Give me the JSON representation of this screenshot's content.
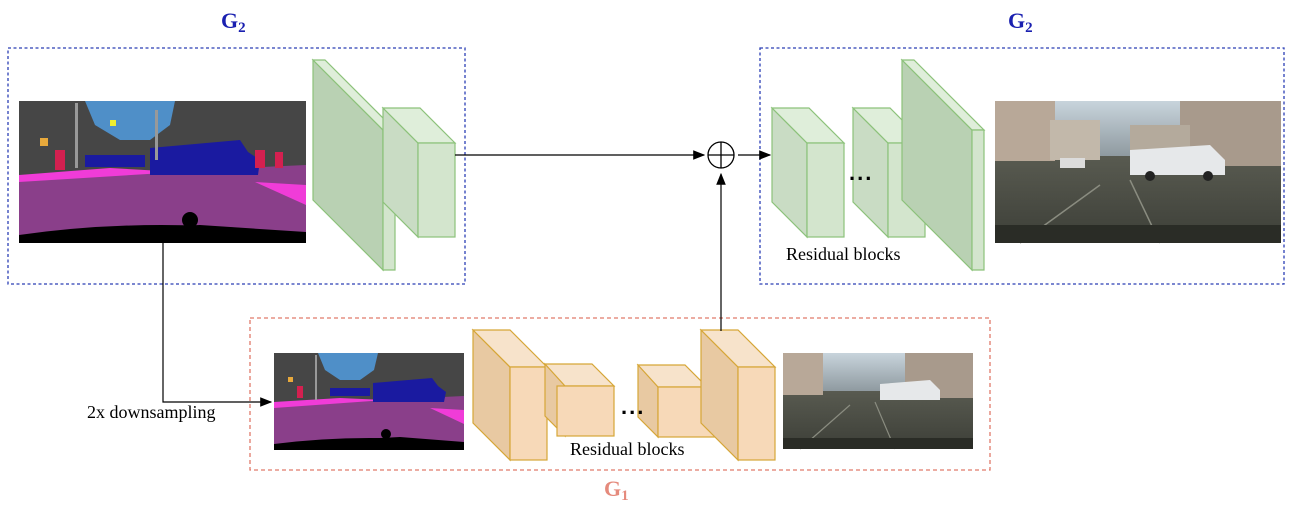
{
  "labels": {
    "g2_left": "G",
    "g2_left_sub": "2",
    "g2_right": "G",
    "g2_right_sub": "2",
    "g1": "G",
    "g1_sub": "1",
    "downsampling": "2x downsampling",
    "residual_top": "Residual blocks",
    "residual_bottom": "Residual blocks",
    "dots_top": "...",
    "dots_bottom": "..."
  },
  "colors": {
    "g2_box": "#2b3fb5",
    "g1_box": "#e07a6a",
    "g2_label": "#1a20b0",
    "g1_label": "#e58a7c",
    "green_block_fill": "#c9dcc4",
    "green_block_edge": "#8cc27a",
    "orange_block_fill": "#f7d9b8",
    "orange_block_edge": "#d6a637"
  },
  "images": {
    "semantic_map_large": "semantic-label-map",
    "semantic_map_small": "semantic-label-map-downsampled",
    "output_photo_large": "street-scene-output",
    "output_photo_small": "street-scene-output-small"
  },
  "operators": {
    "sum": "element-wise-sum"
  }
}
